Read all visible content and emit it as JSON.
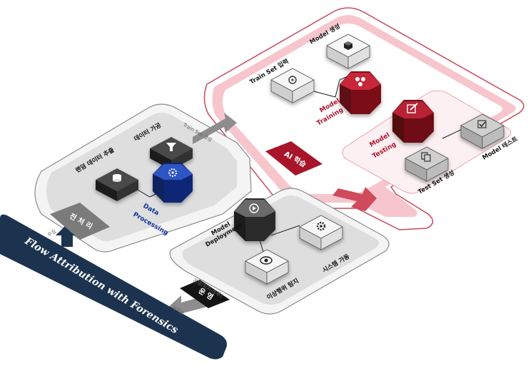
{
  "colors": {
    "ai_red": "#b0142a",
    "data_blue": "#13349a",
    "navy": "#1c3350",
    "gray_arrow": "#8d8d8d",
    "dark_cube": "#2b2b2b",
    "light_cube": "#e9e9e9"
  },
  "labels": {
    "preprocess": "전 처 리",
    "log_extract": "랜덤 데이터 추출",
    "data_process": "데이터 가공",
    "data_processing": [
      "Data",
      "Processing"
    ],
    "train_set_gen": "Train Set 생성",
    "ai_learning": "AI 학습",
    "train_set_input": "Train Set 입력",
    "model_gen": "Model 생성",
    "model_training": [
      "Model",
      "Training"
    ],
    "model_testing": [
      "Model",
      "Testing"
    ],
    "test_set_gen": "Test Set 생성",
    "model_test": "Model 테스트",
    "model_deployment": [
      "Model",
      "Deployment"
    ],
    "system_apply": "시스템 가동",
    "anomaly_detect": "이상행위 탐지",
    "operation_badge": "운 영",
    "operation_note": "운영(탐지/분류)",
    "retrain": "재학습",
    "collect": "수집",
    "banner": "Flow Attribution with Forensics"
  },
  "icons": {
    "log_extract": "database-icon",
    "data_process": "filter-icon",
    "data_processing": "gears-icon",
    "train_set_input": "puzzle-icon",
    "model_gen": "cube-icon",
    "model_training": "network-icon",
    "model_testing": "pencil-icon",
    "test_set_gen": "copy-icon",
    "model_test": "check-icon",
    "model_deployment": "play-icon",
    "system_apply": "gear-icon",
    "anomaly_detect": "eye-icon"
  }
}
